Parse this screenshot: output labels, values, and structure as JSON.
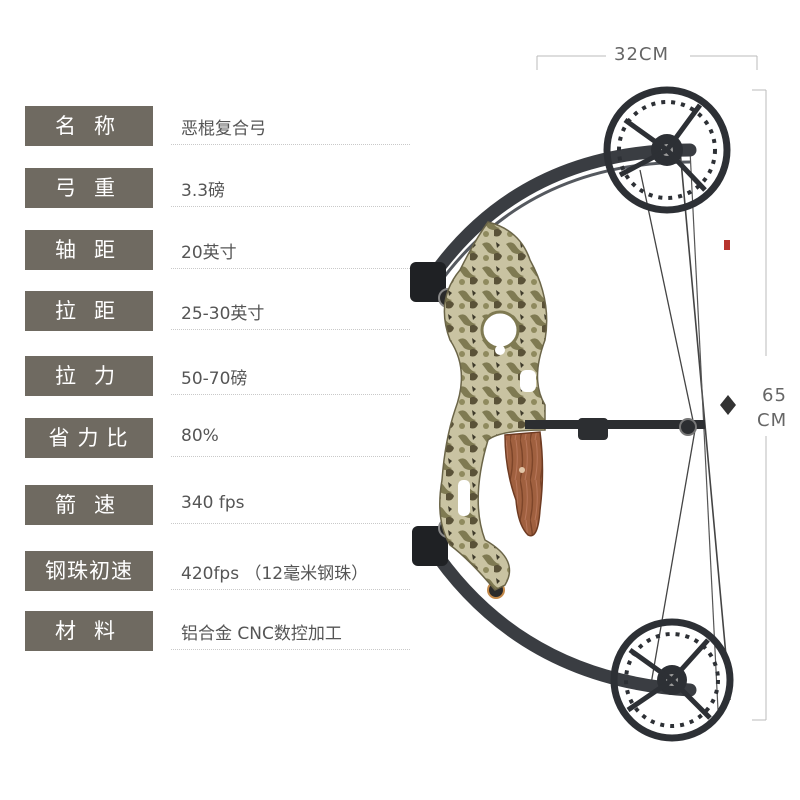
{
  "specs": [
    {
      "label": "名称",
      "value": "恶棍复合弓"
    },
    {
      "label": "弓重",
      "value": "3.3磅"
    },
    {
      "label": "轴距",
      "value": "20英寸"
    },
    {
      "label": "拉距",
      "value": "25-30英寸"
    },
    {
      "label": "拉力",
      "value": "50-70磅"
    },
    {
      "label": "省力比",
      "value": "80%"
    },
    {
      "label": "箭速",
      "value": "340 fps"
    },
    {
      "label": "钢珠初速",
      "value": "420fps （12毫米钢珠）"
    },
    {
      "label": "材料",
      "value": "铝合金 CNC数控加工"
    }
  ],
  "dimensions": {
    "width": "32CM",
    "height_value": "65",
    "height_unit": "CM"
  },
  "colors": {
    "label_bg": "#6f6a61",
    "bow_limb": "#3a3d42",
    "grip": "#9a5a3e"
  }
}
